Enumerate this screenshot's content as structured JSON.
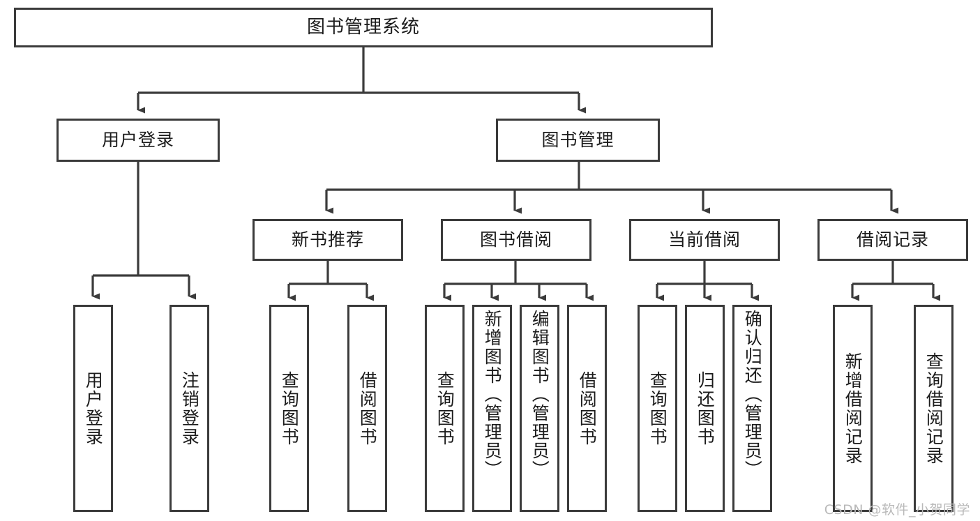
{
  "diagram": {
    "title": "图书管理系统",
    "type": "hierarchy-tree",
    "root": {
      "id": "root",
      "label": "图书管理系统"
    },
    "level2": [
      {
        "id": "user-login",
        "label": "用户登录"
      },
      {
        "id": "book-management",
        "label": "图书管理"
      }
    ],
    "level3": [
      {
        "id": "new-book-recommend",
        "label": "新书推荐",
        "parent": "book-management"
      },
      {
        "id": "book-borrow",
        "label": "图书借阅",
        "parent": "book-management"
      },
      {
        "id": "current-borrow",
        "label": "当前借阅",
        "parent": "book-management"
      },
      {
        "id": "borrow-record",
        "label": "借阅记录",
        "parent": "book-management"
      }
    ],
    "leaves": [
      {
        "id": "leaf-user-login",
        "label": "用户登录",
        "parent": "user-login"
      },
      {
        "id": "leaf-user-logout",
        "label": "注销登录",
        "parent": "user-login"
      },
      {
        "id": "leaf-query-book-1",
        "label": "查询图书",
        "parent": "new-book-recommend"
      },
      {
        "id": "leaf-borrow-book-1",
        "label": "借阅图书",
        "parent": "new-book-recommend"
      },
      {
        "id": "leaf-query-book-2",
        "label": "查询图书",
        "parent": "book-borrow"
      },
      {
        "id": "leaf-add-book",
        "label": "新增图书（管理员）",
        "parent": "book-borrow"
      },
      {
        "id": "leaf-edit-book",
        "label": "编辑图书（管理员）",
        "parent": "book-borrow"
      },
      {
        "id": "leaf-borrow-book-2",
        "label": "借阅图书",
        "parent": "book-borrow"
      },
      {
        "id": "leaf-query-book-3",
        "label": "查询图书",
        "parent": "current-borrow"
      },
      {
        "id": "leaf-return-book",
        "label": "归还图书",
        "parent": "current-borrow"
      },
      {
        "id": "leaf-confirm-return",
        "label": "确认归还（管理员）",
        "parent": "current-borrow"
      },
      {
        "id": "leaf-add-record",
        "label": "新增借阅记录",
        "parent": "borrow-record"
      },
      {
        "id": "leaf-query-record",
        "label": "查询借阅记录",
        "parent": "borrow-record"
      }
    ]
  },
  "watermark": {
    "text": "CSDN @软件_小贺同学"
  },
  "colors": {
    "border": "#3b3b3b",
    "text": "#1b1b1b",
    "background": "#ffffff",
    "watermark": "#b9b9b9"
  }
}
